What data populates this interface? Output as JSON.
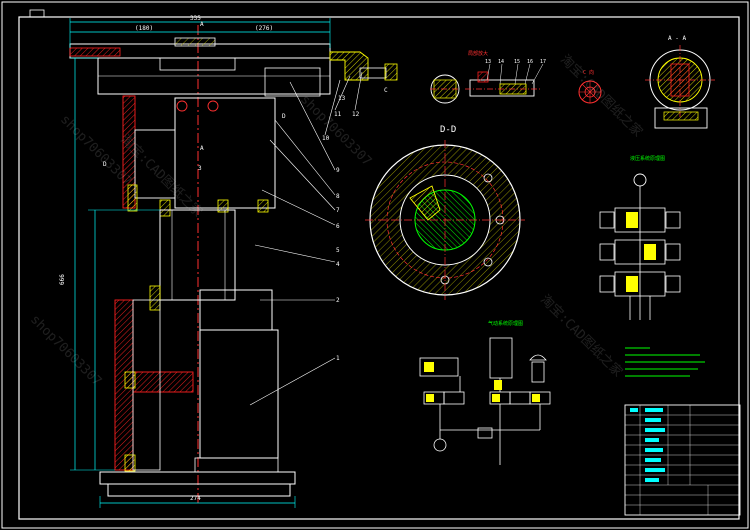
{
  "drawing": {
    "dimensions": {
      "overall_width": "335",
      "upper_left": "(180)",
      "upper_right": "(276)",
      "base_width": "274",
      "height": "666"
    },
    "section_labels": {
      "dd": "D-D",
      "aa": "A - A",
      "a_top": "A",
      "a_mid": "A",
      "d_left": "D",
      "d_right": "D",
      "c_view": "C 向",
      "c_mark": "C"
    },
    "parts_main": [
      "13",
      "12",
      "11",
      "10",
      "9",
      "8",
      "7",
      "6",
      "5",
      "4",
      "3",
      "2",
      "1"
    ],
    "parts_detail": [
      "13",
      "14",
      "15",
      "16",
      "17"
    ],
    "detail_title": "局部放大",
    "hydraulic_title": "液压系统原理图",
    "pneumatic_title": "气动系统原理图",
    "watermarks": [
      "shop70603307",
      "淘宝:CAD图纸之家",
      "shop70603307",
      "淘宝:CAD图纸之家",
      "shop70603307",
      "淘宝:CAD图纸之家"
    ]
  },
  "colors": {
    "frame": "#ffffff",
    "part": "#ffffff",
    "dimension": "#00ffff",
    "center": "#ff3030",
    "leader": "#ffffff",
    "accent_yellow": "#ffff00",
    "accent_green": "#00ff00",
    "hatch_red": "#ff0000",
    "leader_blue": "#6060ff"
  }
}
